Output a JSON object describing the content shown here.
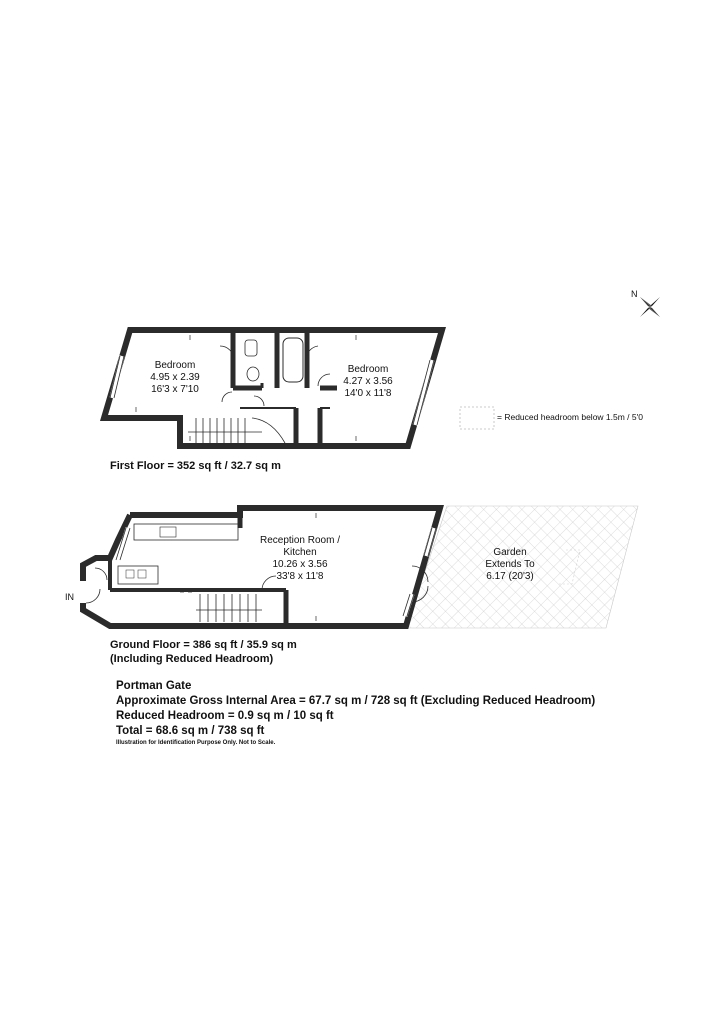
{
  "first_floor": {
    "rooms": [
      {
        "name": "Bedroom",
        "metric": "4.95 x 2.39",
        "imperial": "16'3 x 7'10"
      },
      {
        "name": "Bedroom",
        "metric": "4.27 x 3.56",
        "imperial": "14'0 x 11'8"
      }
    ],
    "caption": "First Floor = 352 sq ft / 32.7 sq m"
  },
  "ground_floor": {
    "room": {
      "name_line1": "Reception Room /",
      "name_line2": "Kitchen",
      "metric": "10.26 x 3.56",
      "imperial": "33'8 x 11'8"
    },
    "garden": {
      "line1": "Garden",
      "line2": "Extends To",
      "line3": "6.17 (20'3)"
    },
    "caption_line1": "Ground Floor = 386 sq ft / 35.9 sq m",
    "caption_line2": "(Including Reduced Headroom)",
    "entrance_label": "IN"
  },
  "key": {
    "text": "= Reduced headroom below 1.5m / 5'0"
  },
  "compass": {
    "label": "N"
  },
  "summary": {
    "property": "Portman Gate",
    "gross_area": "Approximate Gross Internal Area = 67.7 sq m / 728 sq ft (Excluding Reduced Headroom)",
    "reduced_headroom": "Reduced Headroom = 0.9 sq m / 10 sq ft",
    "total": "Total = 68.6 sq m / 738 sq ft",
    "disclaimer": "Illustration for Identification Purpose Only. Not to Scale."
  },
  "colors": {
    "wall": "#2b2b2b",
    "hatch": "#bdbdbd"
  }
}
